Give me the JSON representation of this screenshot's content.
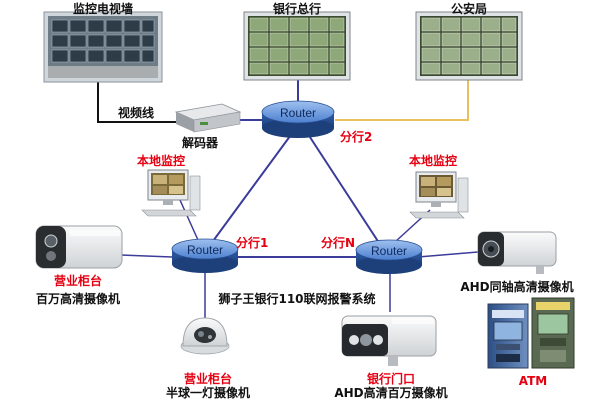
{
  "labels": {
    "video_wall": "监控电视墙",
    "bank_hq": "银行总行",
    "police": "公安局",
    "video_line": "视频线",
    "decoder": "解码器",
    "branch2": "分行2",
    "branch1": "分行1",
    "branchN": "分行N",
    "local_monitor_left": "本地监控",
    "local_monitor_right": "本地监控",
    "counter_top": "营业柜台",
    "cam_million": "百万高清摄像机",
    "ahd_coax": "AHD同轴高清摄像机",
    "system_title": "狮子王银行110联网报警系统",
    "counter_bottom": "营业柜台",
    "dome_cam": "半球一灯摄像机",
    "bank_door": "银行门口",
    "ahd_million": "AHD高清百万摄像机",
    "atm": "ATM"
  },
  "routers": {
    "top": "Router",
    "left": "Router",
    "right": "Router"
  },
  "colors": {
    "red_label": "#e60012",
    "router_blue": "#3a6fc4",
    "link_line": "#3b3b9a",
    "video_line": "#111111",
    "police_line": "#e8c060"
  }
}
